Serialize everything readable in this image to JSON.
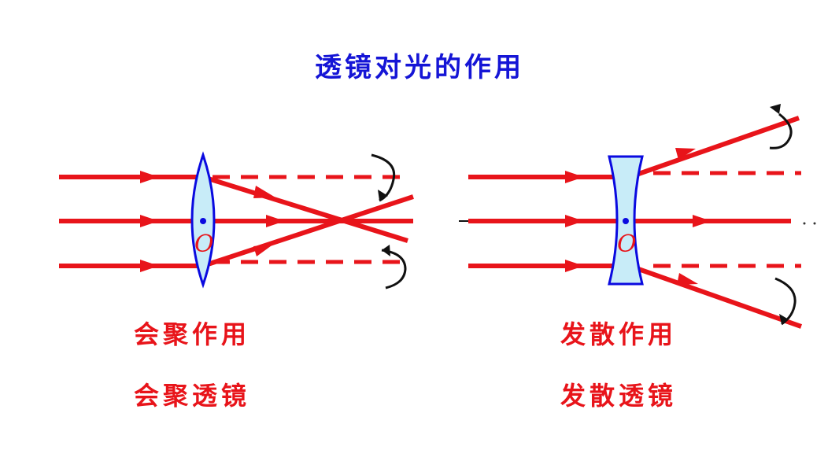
{
  "title": "透镜对光的作用",
  "convex": {
    "effect_label": "会聚作用",
    "lens_label": "会聚透镜",
    "center_label": "O"
  },
  "concave": {
    "effect_label": "发散作用",
    "lens_label": "发散透镜",
    "center_label": "O"
  },
  "colors": {
    "title": "#1515d6",
    "ray": "#e8141a",
    "lens_fill": "#c8ecf8",
    "lens_stroke": "#0a0ae0",
    "arrow": "#111111"
  }
}
